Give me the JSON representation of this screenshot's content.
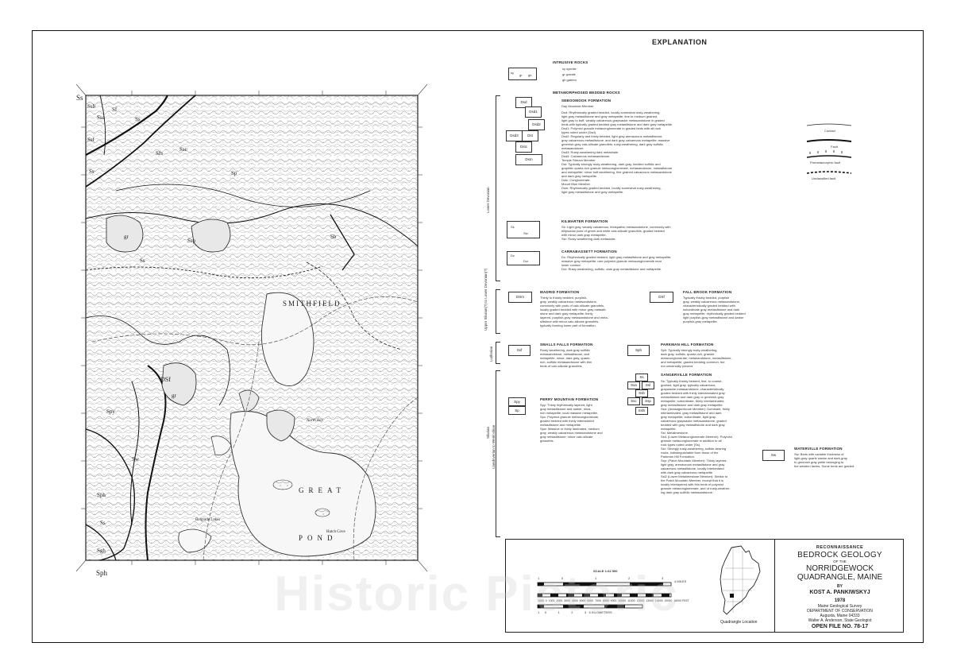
{
  "explanation_title": "EXPLANATION",
  "map": {
    "town_label": "SMITHFIELD",
    "lake_label_1": "GREAT",
    "lake_label_2": "POND",
    "cove_label": "Hatch Cove",
    "lake_label_east": "North Bay",
    "place_label_1": "Belgrade Lakes",
    "place_label_2": "North Bay",
    "unit_labels": [
      "Ss",
      "Ssb",
      "Ssa",
      "Sf",
      "Ssp",
      "Sp",
      "Sfs",
      "Ssf",
      "gr",
      "DSf",
      "Sph",
      "Sb",
      "Sw",
      "Spy",
      "Sgh",
      "Ssc"
    ],
    "corner_labels": [
      "Ss",
      "Sph"
    ]
  },
  "legend": {
    "intrusive": {
      "header": "INTRUSIVE ROCKS",
      "items": [
        "sy   syenite",
        "gr   granite",
        "gb   gabbro"
      ],
      "symbols": [
        "sy",
        "gr",
        "gb"
      ]
    },
    "metamorphosed": {
      "header": "METAMORPHOSED BEDDED ROCKS",
      "seboomook": {
        "header": "SEBOOMOOK FORMATION",
        "member": "Day Mountain Member",
        "lines": [
          "Dsd: Rhythmically graded bedded, locally somewhat rusty-weathering,",
          "light gray metasiltstone and gray metapelite; fine to medium grained,",
          "light gray to buff, weakly calcareous graywacke metasandstone in graded",
          "beds with typically graded bedded gray metasiltstone and dark gray metapelite.",
          "Dsd1: Polymict granule metaconglomerate in graded beds with all rock",
          "types noted under (Dsd).",
          "Dsd2: Regularly and thinly bedded, light gray arenaceous metasiltstone,",
          "gray calcareous metasiltstone, and dark gray calcareous metapelite; massive",
          "greenish-gray calc-silicate granofels; rusty-weathering, dark gray sulfidic",
          "metasandstone.",
          "Dsd3: Rusty-weathering dark metashale.",
          "Dsd4: Calcareous metasandstone.",
          "Temple Stream Member",
          "Dst: Typically strongly rusty-weathering, dark gray, bedded sulfidic and",
          "graphitic quartz-rich granule metaconglomerate, metasandstone, metasiltstone",
          "and metapelite; minor buff weathering, fine grained calcareous metasandstone",
          "and dark gray metapelite.",
          "Dstc: Conglomerate.",
          "Mount Blue Member",
          "Dsm: Rhythmically graded bedded, locally somewhat rusty-weathering,",
          "light gray metasiltstone and gray metapelite."
        ],
        "symbols": [
          "Dsd",
          "Dsd1",
          "Dsd2",
          "Dsd3",
          "Dst",
          "Dstc",
          "Dsm"
        ]
      },
      "kilmarter": {
        "header": "KILMARTER FORMATION",
        "lines": [
          "Sk: Light gray, weakly calcareous, feldspathic metasandstone, commonly with",
          "ellipsoidal pods of green and white calc-silicate granofels, graded bedded",
          "with minor dark gray metapelite.",
          "Skr: Rusty weathering dark metashale."
        ],
        "symbols": [
          "Sk",
          "Skr"
        ]
      },
      "carrabassett": {
        "header": "CARRABASSETT FORMATION",
        "lines": [
          "Dc: Rhythmically graded bedded, light gray metasiltstone and gray metapelite;",
          "massive gray metapelite; rare polymict granule metaconglomerate near",
          "lower contact.",
          "Dcr: Rusty-weathering, sulfidic, dark gray metasiltstone and metapelite."
        ],
        "symbols": [
          "Dc",
          "Dcr"
        ]
      },
      "age_lower_devonian": "Lower Devonian"
    },
    "madrid": {
      "symbol": "DSm",
      "header": "MADRID FORMATION",
      "lines": [
        "Thinly to thickly bedded, purplish-",
        "gray, weakly calcareous metasandstone,",
        "commonly with pods of calc-silicate granofels,",
        "locally graded bedded with minor gray metasilt-",
        "stone and dark gray metapelite; thinly",
        "layered, purplish-gray metasandstone and meta-",
        "siltstone with minor calc-silicate granofels",
        "typically forming lower part of formation."
      ]
    },
    "fall_brook": {
      "symbol": "DSf",
      "header": "FALL BROOK FORMATION",
      "lines": [
        "Typically thickly bedded, purplish",
        "gray, weakly calcareous metasandstone,",
        "characteristically graded bedded with",
        "subordinate gray metasiltstone and dark",
        "gray metapelite; rhythmically graded bedded",
        "light purplish-gray metasiltstone and darker",
        "purplish-gray metapelite."
      ]
    },
    "age_upper_silurian": "Upper Silurian(?) to Lower Devonian(?)",
    "smalls_falls": {
      "symbol": "Ssf",
      "header": "SMALLS FALLS FORMATION",
      "lines": [
        "Rusty weathering, dark gray sulfidic",
        "metasandstone, metasiltstone, and",
        "metapelite, minor, dark gray, quartz-",
        "rich, sulfidic metasandstone with thin",
        "beds of calc-silicate granofels."
      ]
    },
    "parkman_hill": {
      "symbol": "Sph",
      "header": "PARKMAN HILL FORMATION",
      "lines": [
        "Sph: Typically strongly rusty-weathering,",
        "dark gray, sulfidic, quartz-rich, granule",
        "metaconglomerate, metasandstone, metasiltstone,",
        "and metapelite; graded bedding common, but",
        "not universally present."
      ]
    },
    "age_ludlovian": "Ludlovian",
    "sangerville": {
      "header": "SANGERVILLE FORMATION",
      "symbols": [
        "Ss",
        "Ssa",
        "Ssl",
        "Ssb",
        "Ssc",
        "Ssp",
        "Ssfs"
      ],
      "lines": [
        "Ss: Typically thickly bedded, fine- to coarse-",
        "grained, light gray, typically calcareous,",
        "graywacke metasandstone, characteristically",
        "graded bedded with thinly interlaminated gray",
        "metasiltstone and dark gray or greenish-gray",
        "metapelite; subordinate, thinly interlaminated,",
        "gray metasiltstone and dark gray metapelite.",
        "Ssa: (Anasagunticook Member): Dominant, thinly",
        "interlaminated, gray metasiltstone and dark",
        "gray metapelite; subordinate, light gray,",
        "calcareous graywacke metasandstone, graded",
        "bedded with gray metasiltstone and dark gray",
        "metapelite.",
        "Ssl: Metalimestone.",
        "Ssl1 (Lower Metaconglomerate Member): Polymict",
        "granule metaconglomerate in addition to all",
        "rock types noted under (Ss).",
        "Ssr: Strongly rusty-weathering, sulfide-bearing",
        "rocks, indistinguishable from those of the",
        "Parkman Hill Formation.",
        "Ssp: (Patch Mountain Member): Thinly layered,",
        "light gray, arenaceous metasiltstone and gray",
        "calcareous metasiltstone, locally interbedded",
        "with dark gray calcareous metapelite.",
        "Ssl2 (Lower Metalimestone Member): Similar to",
        "the Patch Mountain Member, except that it is",
        "locally interlayered with thin beds of polymict",
        "granule metaconglomerate, and of rusty-weather-",
        "ing dark gray sulfidic metasandstone."
      ]
    },
    "age_silurian": "Silurian",
    "age_llandoverian": "Llandoverian to Wenlockian",
    "perry_mountain": {
      "symbols": [
        "Spy",
        "Sp"
      ],
      "header": "PERRY MOUNTAIN FORMATION",
      "lines": [
        "Spy: Thinly rhythmically layered, light",
        "gray metasiltstone and darker, mica-",
        "rich metapelite; local massive metapelite.",
        "Spc: Polymict granule metaconglomerate,",
        "graded bedded with thinly interbedded",
        "metasiltstone and metapelite.",
        "Spw: Massive or thinly laminated, medium",
        "gray, weakly calcareous metasandstone and",
        "gray metasiltstone; minor calc-silicate",
        "granofels."
      ]
    },
    "waterville": {
      "symbol": "Sw",
      "header": "WATERVILLE FORMATION",
      "lines": [
        "Sw: Beds with variable thickness of",
        "light-gray quartz wacke and dark-gray",
        "to greenish gray pelite belonging to",
        "the western facies. Some beds are graded."
      ]
    },
    "line_symbols": [
      "Contact",
      "Fault",
      "Premetamorphic fault",
      "Unclassified fault"
    ]
  },
  "scale": {
    "label": "SCALE 1:62 500",
    "miles_label": "4 MILES",
    "miles_ticks": [
      "1",
      "0",
      "1",
      "2",
      "3"
    ],
    "feet_ticks": [
      "1000",
      "0",
      "1000",
      "2000",
      "3000",
      "4000",
      "5000",
      "6000",
      "7000",
      "8000",
      "9000",
      "10000",
      "11000",
      "12000",
      "13000",
      "14000",
      "15000",
      "16000 FEET"
    ],
    "km_label": "5 KILOMETERS",
    "km_ticks": [
      "1",
      "0",
      "1",
      "2",
      "3",
      "4"
    ]
  },
  "inset_caption": "Quadrangle Location",
  "title_block": {
    "reconnaissance": "RECONNAISSANCE",
    "title_1": "BEDROCK GEOLOGY",
    "of_the": "OF THE",
    "title_2": "NORRIDGEWOCK",
    "title_3": "QUADRANGLE, MAINE",
    "by": "BY",
    "author": "KOST A. PANKIWSKYJ",
    "year": "1978",
    "agency_1": "Maine Geological Survey",
    "agency_2": "DEPARTMENT OF CONSERVATION",
    "agency_3": "Augusta, Maine 04333",
    "agency_4": "Walter A. Anderson, State Geologist",
    "open_file": "OPEN FILE NO. 78-17"
  },
  "watermark": "Historic Pictoric",
  "colors": {
    "ink": "#222222",
    "paper": "#ffffff",
    "water": "#f7f7f7"
  }
}
